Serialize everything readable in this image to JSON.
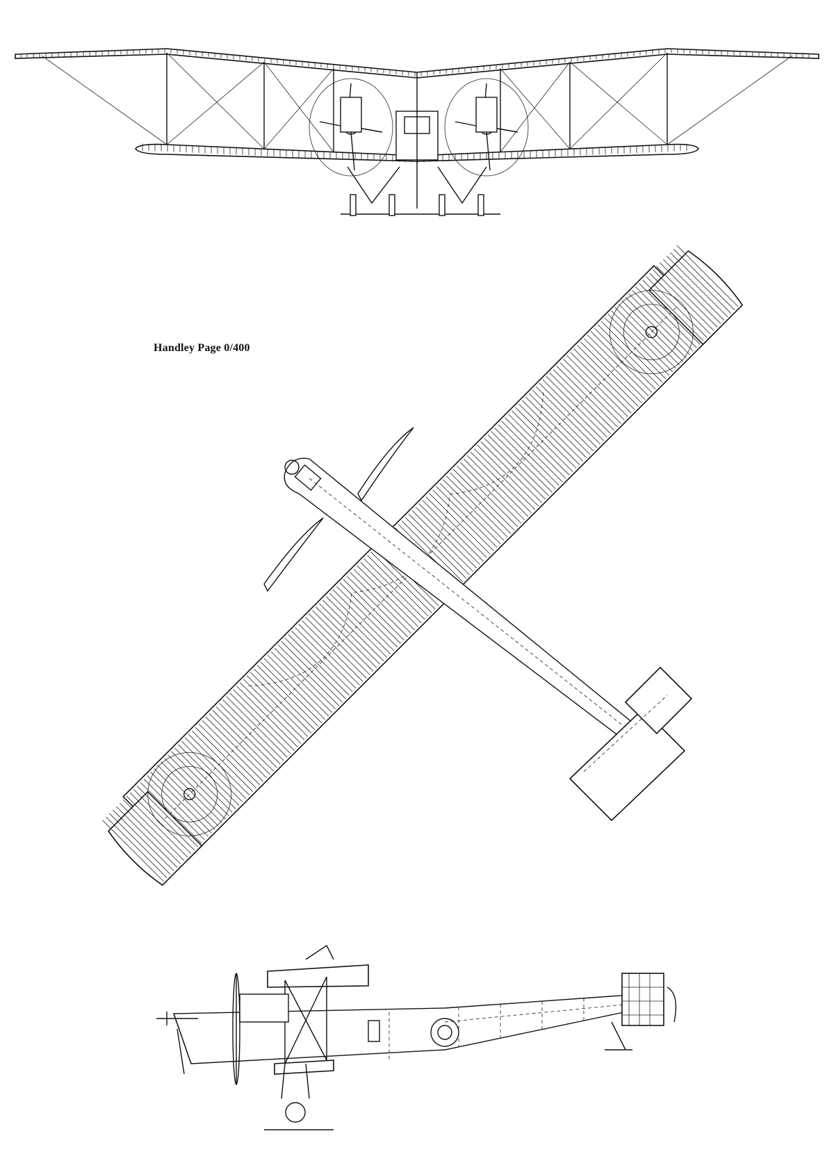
{
  "caption": "Handley Page 0/400",
  "views": [
    {
      "name": "front-view"
    },
    {
      "name": "plan-view"
    },
    {
      "name": "side-view"
    }
  ],
  "colors": {
    "ink": "#111111",
    "paper": "#ffffff"
  }
}
